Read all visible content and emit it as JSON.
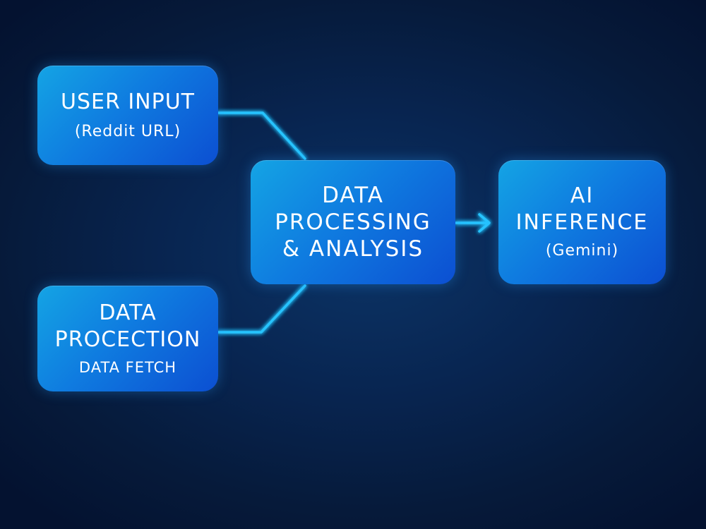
{
  "nodes": {
    "user_input": {
      "title": "USER INPUT",
      "subtitle": "(Reddit URL)"
    },
    "data_procection": {
      "title_line1": "DATA",
      "title_line2": "PROCECTION",
      "subtitle": "DATA FETCH"
    },
    "data_processing": {
      "line1": "DATA",
      "line2": "PROCESSING",
      "line3": "& ANALYSIS"
    },
    "ai_inference": {
      "line1": "AI",
      "line2": "INFERENCE",
      "subtitle": "(Gemini)"
    }
  },
  "connections": [
    {
      "from": "USER INPUT",
      "to": "DATA PROCESSING & ANALYSIS"
    },
    {
      "from": "DATA PROCECTION",
      "to": "DATA PROCESSING & ANALYSIS"
    },
    {
      "from": "DATA PROCESSING & ANALYSIS",
      "to": "AI INFERENCE",
      "arrow": true
    }
  ],
  "colors": {
    "background": "#061a3a",
    "node_fill_start": "#14a4e4",
    "node_fill_end": "#0c4fd2",
    "connector_glow": "#27c4ff",
    "text": "#ffffff"
  }
}
